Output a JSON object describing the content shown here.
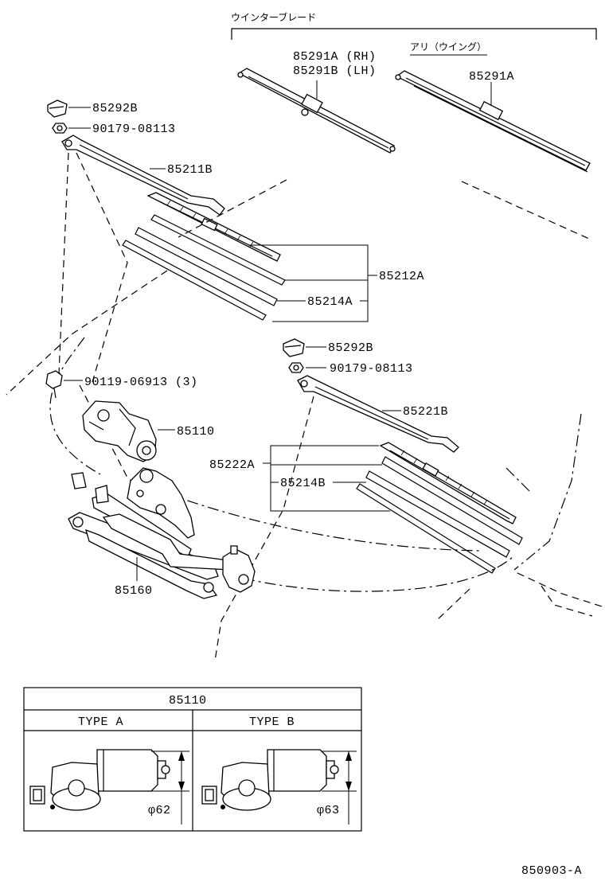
{
  "header": {
    "wiper_blade_jp": "ウインターブレード",
    "wing_jp": "アリ（ウイング）"
  },
  "labels": {
    "p85291A_rh": "85291A (RH)",
    "p85291B_lh": "85291B (LH)",
    "p85291A": "85291A",
    "p85292B_top": "85292B",
    "p90179_top": "90179-08113",
    "p85211B": "85211B",
    "p85212A": "85212A",
    "p85214A": "85214A",
    "p85292B_mid": "85292B",
    "p90179_mid": "90179-08113",
    "p90119": "90119-06913 (3)",
    "p85221B": "85221B",
    "p85110": "85110",
    "p85222A": "85222A",
    "p85214B": "85214B",
    "p85160": "85160"
  },
  "table": {
    "title": "85110",
    "col_a": "TYPE A",
    "col_b": "TYPE B",
    "dim_a": "φ62",
    "dim_b": "φ63"
  },
  "footer": {
    "code": "850903-A"
  }
}
